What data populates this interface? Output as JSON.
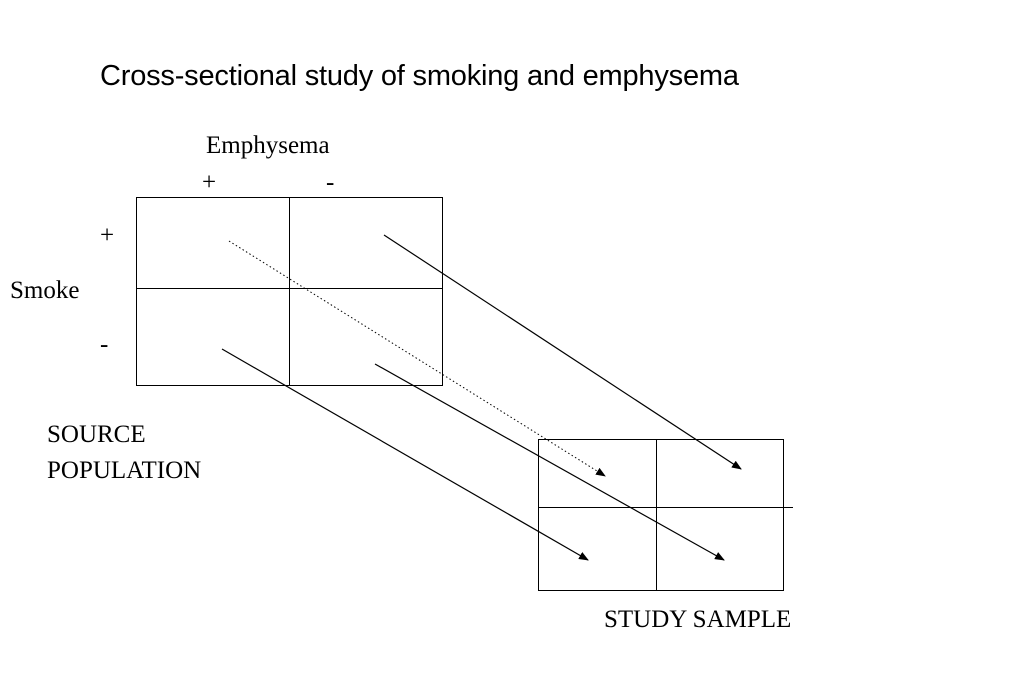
{
  "title": "Cross-sectional study of smoking and emphysema",
  "column_variable": "Emphysema",
  "row_variable": "Smoke",
  "column_levels": [
    "+",
    "-"
  ],
  "row_levels": [
    "+",
    "-"
  ],
  "source_label_lines": [
    "SOURCE",
    "POPULATION"
  ],
  "sample_label": "STUDY SAMPLE",
  "colors": {
    "line": "#000000",
    "dotted": "#555555",
    "background": "#ffffff"
  }
}
